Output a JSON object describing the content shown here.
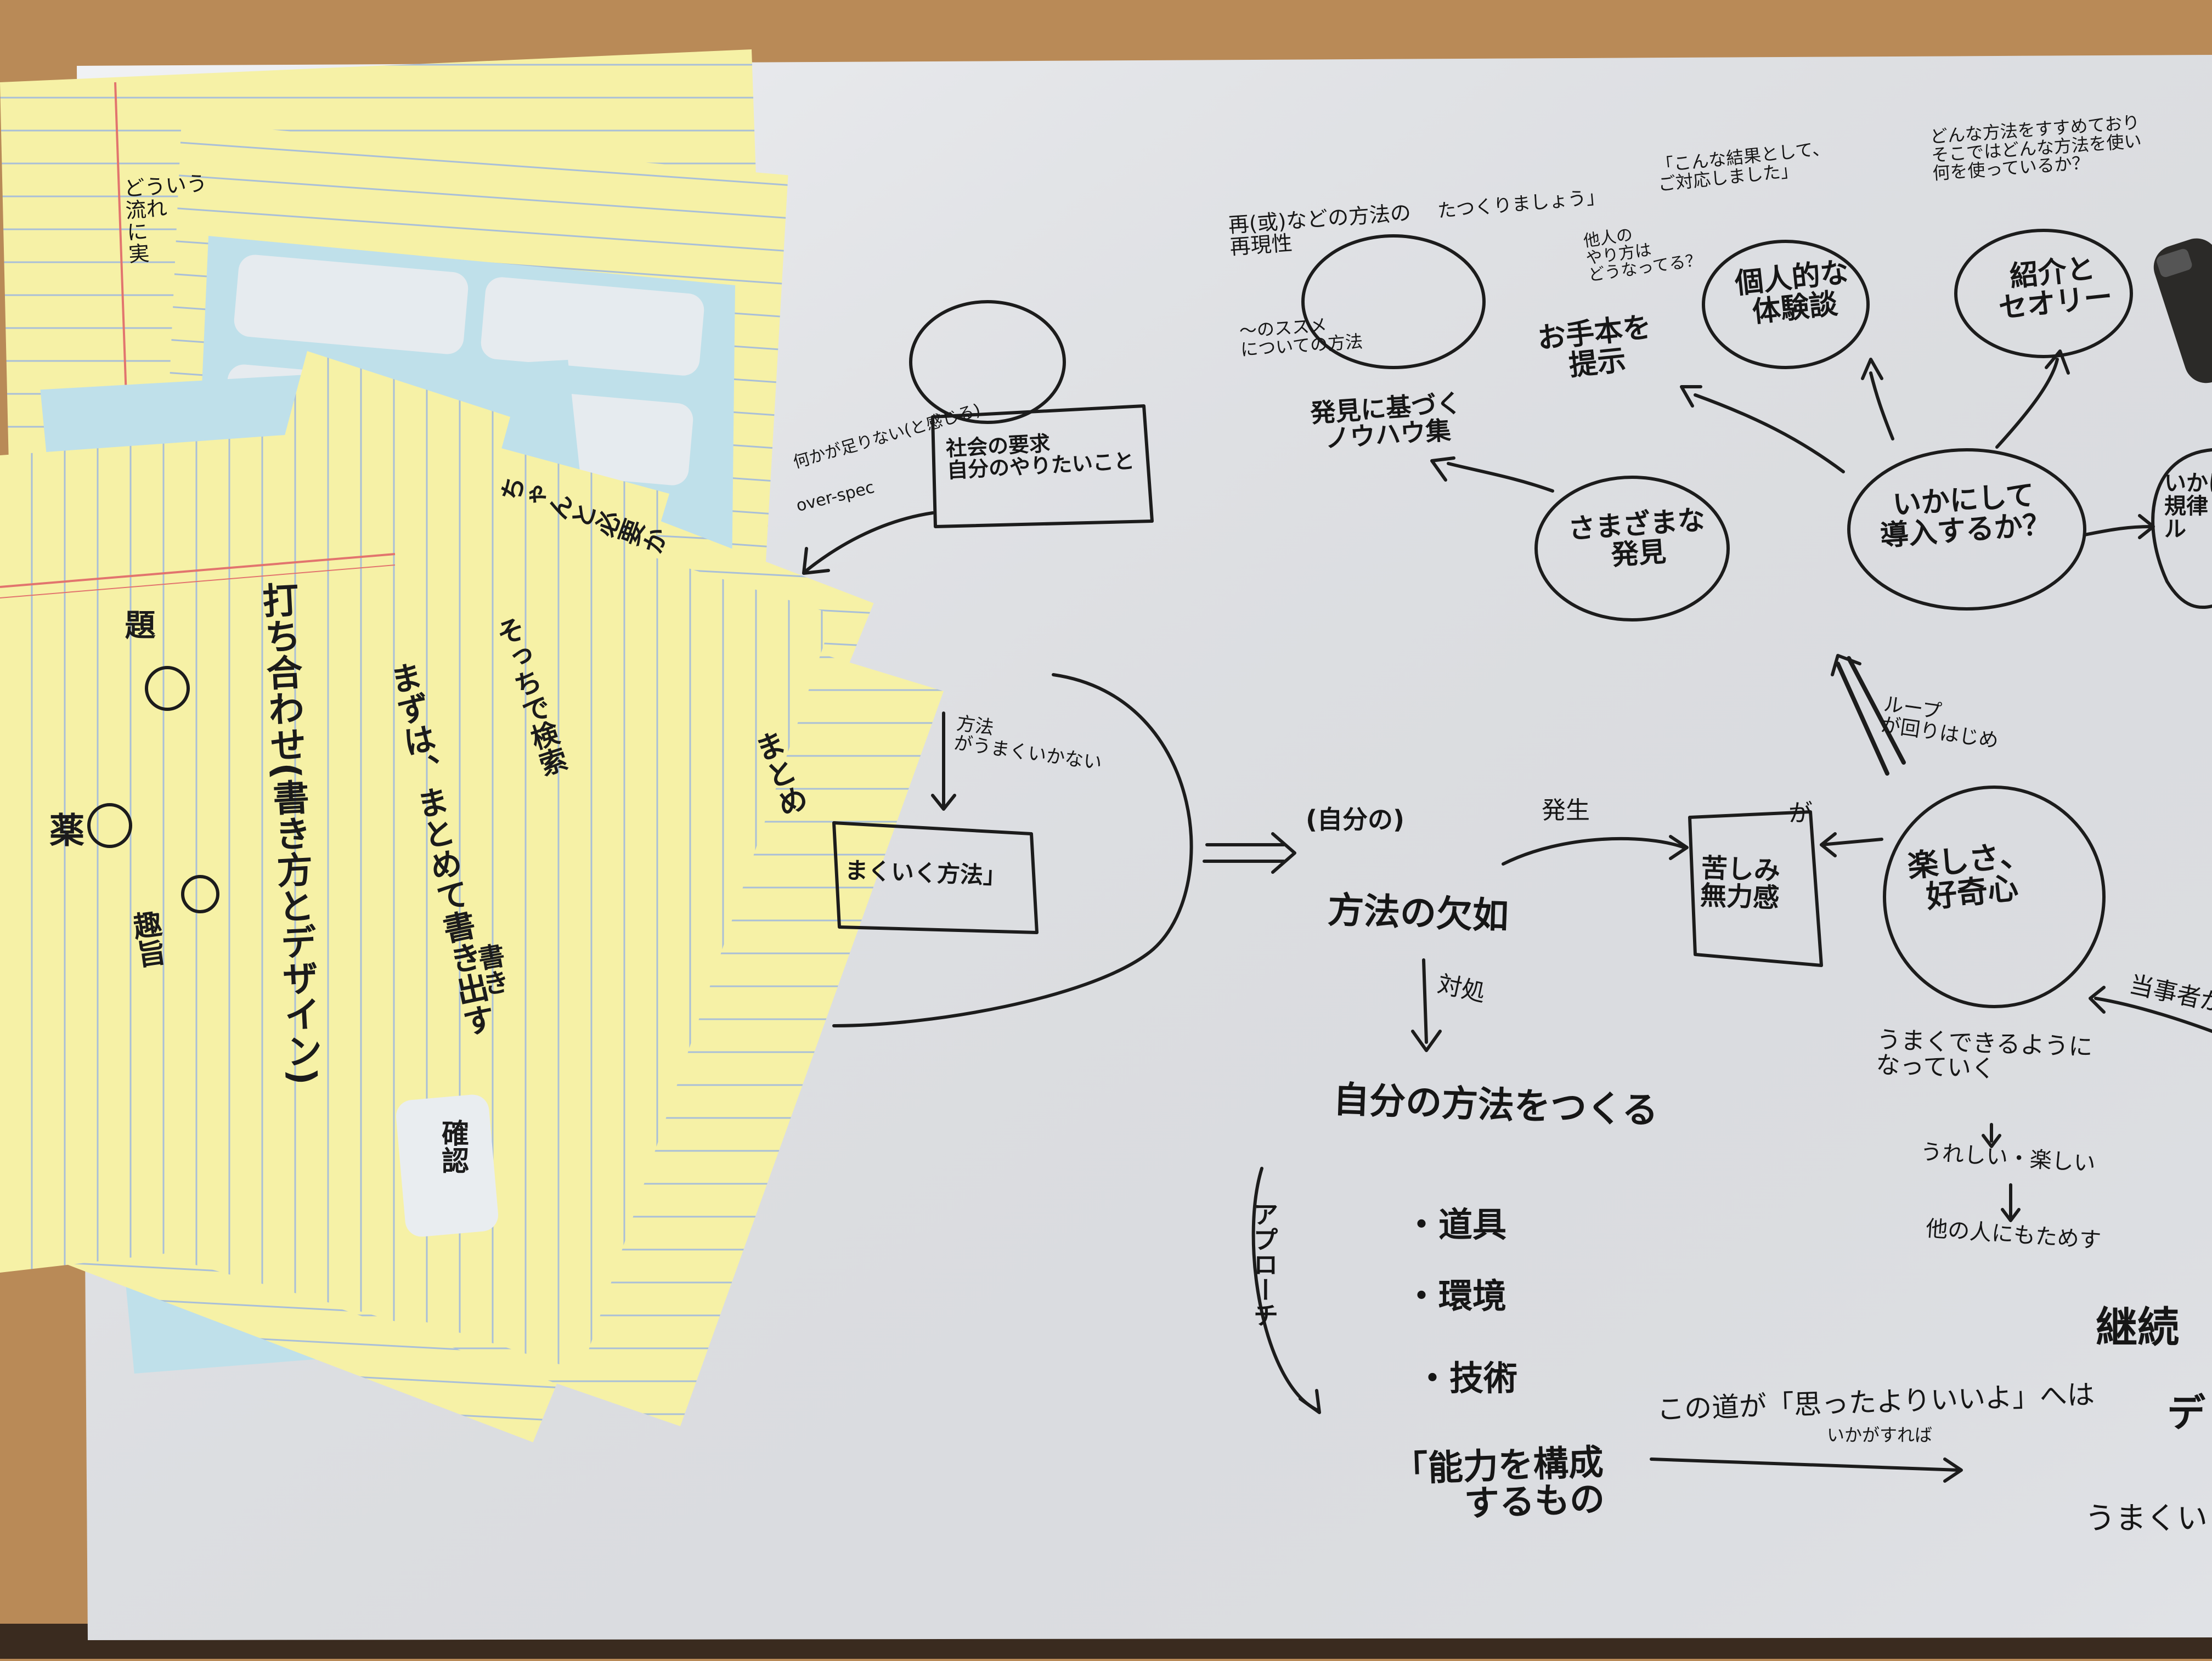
{
  "colors": {
    "desk": "#b98a57",
    "paper": "#eceef2",
    "legal_pad": "#f6f1a6",
    "label_sheet": "#bfe0ea",
    "ink": "#161616",
    "rule_blue": "#9cb5d4",
    "margin_red": "#e2746e"
  },
  "objects": [
    "pen-cap-icon"
  ],
  "map": {
    "top_notes": {
      "reproducibility": "再(或)などの方法の\n再現性",
      "tsuzuke": "たつくりましょう」",
      "kono_kekka": "「こんな結果として、\nご対応しました」",
      "dono_you": "どんな方法をすすめており\nそこではどんな方法を使い\n何を使っているか？",
      "tanin": "他人の\nやり方は\nどうなってる？",
      "susume": "〜のススメ\nについての方法"
    },
    "nodes": {
      "otehon": "お手本を\n提示",
      "kojin": "個人的な\n体験談",
      "shoukai": "紹介と\nセオリー",
      "hakken_know": "発見に基づく\nノウハウ集",
      "samazama": "さまざまな\n発見",
      "ikani": "いかにして\n導入するか？",
      "right_cut": "いかに\n規律\nル",
      "tanoshisa": "楽しさ、\n好奇心"
    },
    "boxes": {
      "shakai": "社会の要求\n自分のやりたいこと",
      "umaku": "まくいく方法」",
      "kurushimi": "苦しみ\n無力感"
    },
    "labels": {
      "oversize": "何かが足りない(と感じる)",
      "over_spec": "over-spec",
      "houhou": "方法\nがうまくいかない",
      "jibun_houhou_1": "(自分の)",
      "jibun_houhou_2": "方法の欠如",
      "hassei": "発生",
      "ga": "が",
      "loop": "ループ\nが回りはじめ",
      "taisho": "対処",
      "tsukuru": "自分の方法をつくる",
      "approach": "アプローチ",
      "dougu": "・道具",
      "kankyou": "・環境",
      "gijutsu": "・技術",
      "nouryoku": "「能力を構成\nするもの",
      "kono_michi": "この道が「思ったよりいいよ」へは",
      "ikaga": "いかがすれば",
      "dekiru": "うまくできるように\nなっていく",
      "tanoshii": "うれしい・楽しい",
      "tanin_mo": "他の人にもためす",
      "tegata": "当事者が",
      "keizoku": "継続",
      "de": "デ",
      "umaku_iku": "うまくいく"
    }
  },
  "cards": {
    "c1": "打ち合わせ(書き方とデザイン)",
    "c2": "まずは、まとめて書き出す",
    "c3": "そっちで検索",
    "c4": "まとめ",
    "c5": "書き",
    "c6": "ちゃんと必要か",
    "c7": "どういう\n流れ\nに\n実",
    "sticker": "確認"
  },
  "marks": {
    "kanji_side": "題",
    "kanji_bottom": "薬",
    "kanji_stroke": "趣旨"
  }
}
